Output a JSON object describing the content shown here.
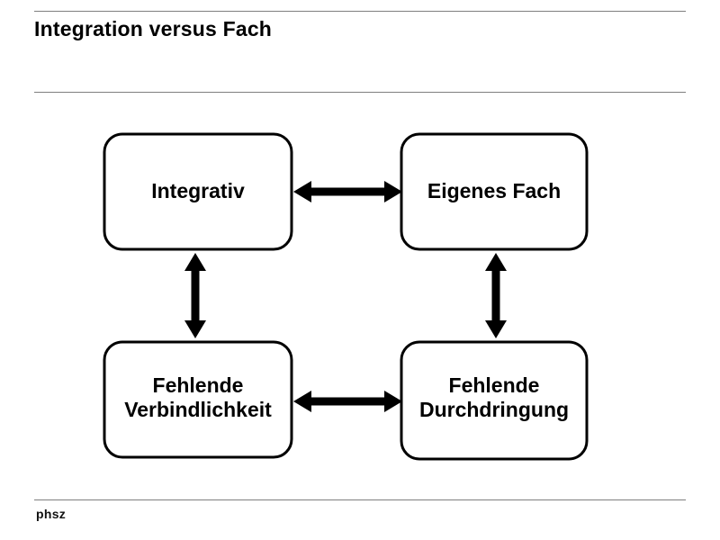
{
  "header": {
    "title": "Integration versus Fach"
  },
  "footer": {
    "logo": "phsz"
  },
  "diagram": {
    "type": "relationship-matrix",
    "colors": {
      "box_stroke": "#000000",
      "box_fill": "#ffffff",
      "arrow": "#000000",
      "rule": "#7f7f7f",
      "text": "#000000"
    },
    "nodes": [
      {
        "id": "integrativ",
        "lines": [
          "Integrativ"
        ],
        "line1": "Integrativ",
        "line2": "",
        "position": "top-left"
      },
      {
        "id": "eigenes-fach",
        "lines": [
          "Eigenes Fach"
        ],
        "line1": "Eigenes Fach",
        "line2": "",
        "position": "top-right"
      },
      {
        "id": "fehlende-verbindlichkeit",
        "lines": [
          "Fehlende",
          "Verbindlichkeit"
        ],
        "line1": "Fehlende",
        "line2": "Verbindlichkeit",
        "position": "bottom-left"
      },
      {
        "id": "fehlende-durchdringung",
        "lines": [
          "Fehlende",
          "Durchdringung"
        ],
        "line1": "Fehlende",
        "line2": "Durchdringung",
        "position": "bottom-right"
      }
    ],
    "connectors": [
      {
        "id": "top-horizontal",
        "from": "integrativ",
        "to": "eigenes-fach",
        "direction": "bidirectional",
        "orientation": "horizontal"
      },
      {
        "id": "left-vertical",
        "from": "integrativ",
        "to": "fehlende-verbindlichkeit",
        "direction": "bidirectional",
        "orientation": "vertical"
      },
      {
        "id": "right-vertical",
        "from": "eigenes-fach",
        "to": "fehlende-durchdringung",
        "direction": "bidirectional",
        "orientation": "vertical"
      },
      {
        "id": "bottom-horizontal",
        "from": "fehlende-verbindlichkeit",
        "to": "fehlende-durchdringung",
        "direction": "bidirectional",
        "orientation": "horizontal"
      }
    ]
  }
}
